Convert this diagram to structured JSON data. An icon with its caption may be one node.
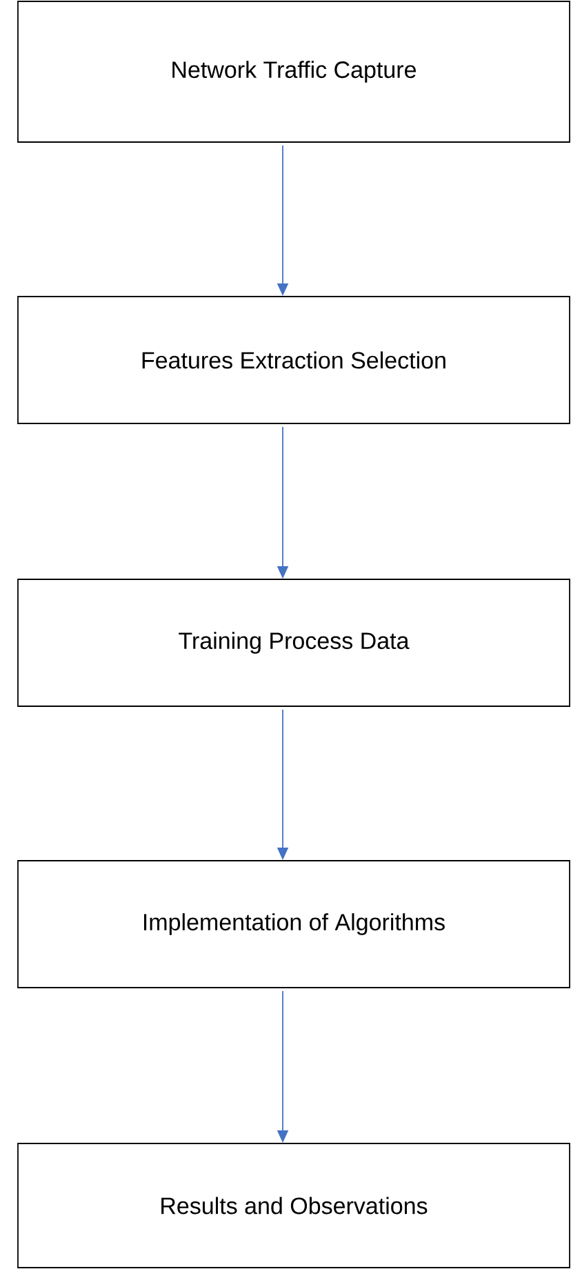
{
  "diagram": {
    "nodes": [
      {
        "text": [
          "Network Traffic Capture"
        ]
      },
      {
        "text": [
          "Features Extraction Selection"
        ]
      },
      {
        "text": [
          "Training Process Data"
        ]
      },
      {
        "text": [
          "Implementation of Algorithms"
        ]
      },
      {
        "text": [
          "Results and Observations"
        ]
      }
    ],
    "edges": [
      {
        "from": 0,
        "to": 1,
        "arrow": "to"
      },
      {
        "from": 1,
        "to": 2,
        "arrow": "to"
      },
      {
        "from": 2,
        "to": 3,
        "arrow": "to"
      },
      {
        "from": 3,
        "to": 4,
        "arrow": "to"
      }
    ]
  }
}
